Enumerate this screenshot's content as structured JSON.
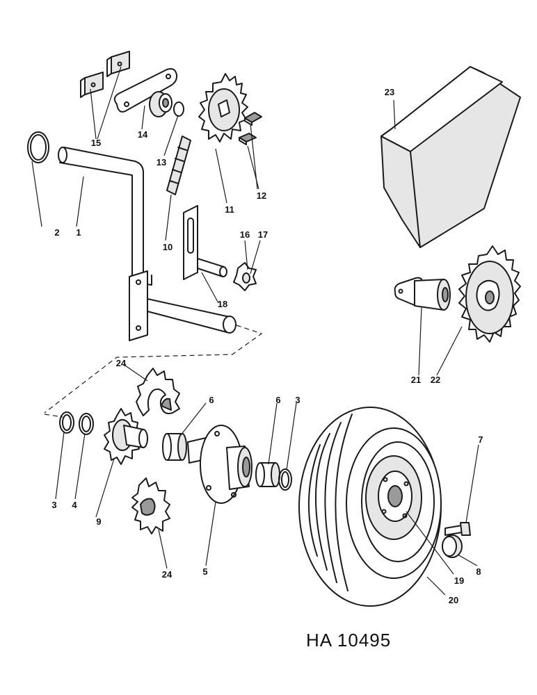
{
  "drawing": {
    "reference_code": "HA 10495"
  },
  "callouts": {
    "c1": "1",
    "c2": "2",
    "c3a": "3",
    "c3b": "3",
    "c4": "4",
    "c5": "5",
    "c6a": "6",
    "c6b": "6",
    "c7": "7",
    "c8": "8",
    "c9": "9",
    "c10": "10",
    "c11": "11",
    "c12": "12",
    "c13": "13",
    "c14": "14",
    "c15": "15",
    "c16": "16",
    "c17": "17",
    "c18": "18",
    "c19": "19",
    "c20": "20",
    "c21": "21",
    "c22": "22",
    "c23": "23",
    "c24a": "24",
    "c24b": "24"
  }
}
